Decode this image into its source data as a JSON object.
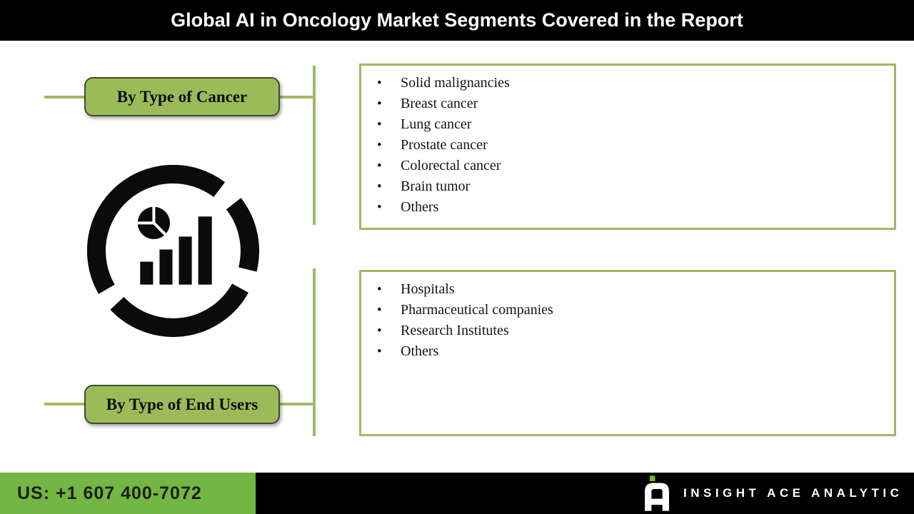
{
  "header": {
    "title": "Global AI in Oncology Market Segments Covered in the Report"
  },
  "segments": [
    {
      "label": "By Type of Cancer",
      "items": [
        "Solid malignancies",
        "Breast cancer",
        "Lung cancer",
        "Prostate cancer",
        "Colorectal cancer",
        "Brain tumor",
        "Others"
      ]
    },
    {
      "label": "By Type of End Users",
      "items": [
        "Hospitals",
        "Pharmaceutical companies",
        "Research Institutes",
        "Others"
      ]
    }
  ],
  "icons": {
    "center": "analytics-pie-bar-chart-icon",
    "brand_logo": "insight-ace-a-logo"
  },
  "footer": {
    "phone": "US: +1 607 400-7072",
    "brand": "INSIGHT ACE ANALYTIC"
  },
  "colors": {
    "header_black": "#000000",
    "button_green": "#9bbb59",
    "button_border": "#414d30",
    "line_green": "#9fb964",
    "footer_green": "#74b644",
    "logo_green": "#76b82a",
    "icon_black": "#0b0b0b",
    "text_white": "#ffffff",
    "text_dark": "#1c1f14"
  }
}
